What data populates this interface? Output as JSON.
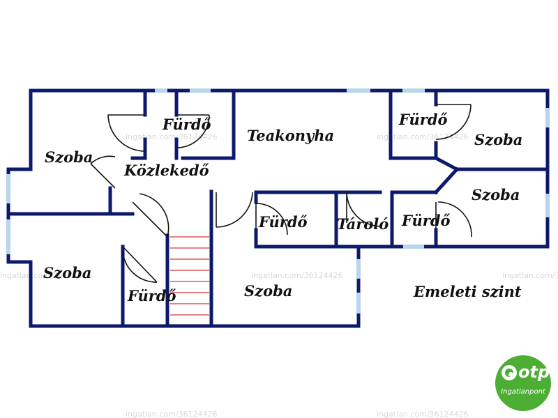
{
  "plan": {
    "caption": "Emeleti szint",
    "watermark": "ingatlan.com/36124426",
    "rooms": {
      "szoba_top_left": "Szoba",
      "furdo_top_left": "Fürdő",
      "teakonyha": "Teakonyha",
      "furdo_top_right": "Fürdő",
      "szoba_top_right": "Szoba",
      "kozlekedo": "Közlekedő",
      "szoba_right_mid": "Szoba",
      "furdo_mid": "Fürdő",
      "tarolo": "Tároló",
      "furdo_right_mid": "Fürdő",
      "szoba_bottom_left": "Szoba",
      "furdo_bottom_left": "Fürdő",
      "szoba_bottom_center": "Szoba"
    }
  },
  "logo": {
    "name": "otp",
    "sub": "Ingatlanpont"
  },
  "colors": {
    "wall": "#0d1a6b",
    "window": "#b7d6ea",
    "stairs": "#d8383a",
    "logo": "#4cae33"
  }
}
